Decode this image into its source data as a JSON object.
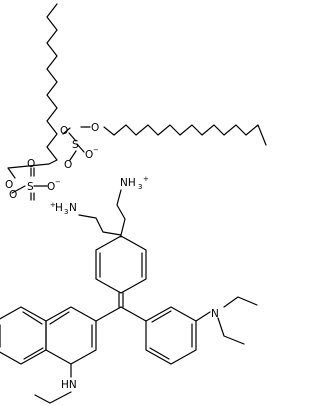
{
  "labels": {
    "o_left": "O",
    "s_left": "S",
    "o_left_top": "O",
    "o_left_bot": "O",
    "o_left_minus": "O",
    "minus_left": "−",
    "o_right": "O",
    "s_right": "S",
    "o_right_top": "O",
    "o_right_bot": "O",
    "o_right_minus": "O",
    "minus_right": "−",
    "nh3_right": "NH",
    "nh3_right_sub": "3",
    "nh3_right_sup": "+",
    "h3n_left_plus": "+",
    "h3n_left": "H",
    "h3n_left_sub": "3",
    "h3n_left_n": "N",
    "n_amine": "N",
    "hn": "HN"
  },
  "colors": {
    "ink": "#000000",
    "background": "#ffffff"
  }
}
